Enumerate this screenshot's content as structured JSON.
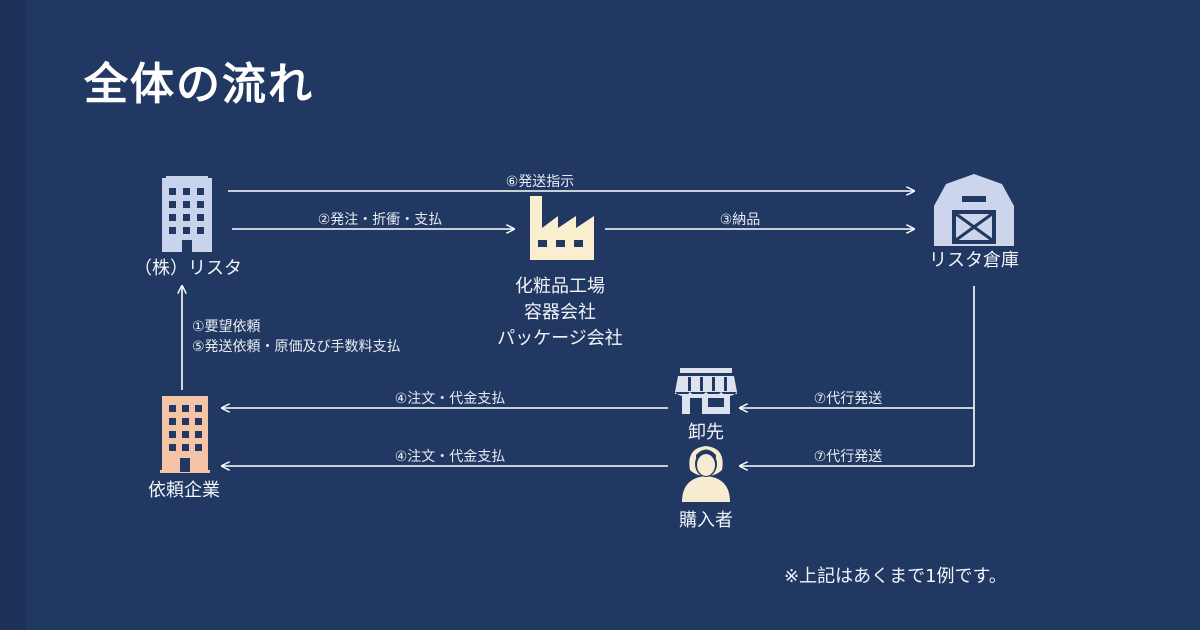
{
  "title": "全体の流れ",
  "nodes": {
    "listar": "（株）リスタ",
    "factory": [
      "化粧品工場",
      "容器会社",
      "パッケージ会社"
    ],
    "warehouse": "リスタ倉庫",
    "client": "依頼企業",
    "wholesaler": "卸先",
    "buyer": "購入者"
  },
  "edges": {
    "e6": "⑥発送指示",
    "e2": "②発注・折衝・支払",
    "e3": "③納品",
    "e1": "①要望依頼",
    "e5": "⑤発送依頼・原価及び手数料支払",
    "e4a": "④注文・代金支払",
    "e4b": "④注文・代金支払",
    "e7a": "⑦代行発送",
    "e7b": "⑦代行発送"
  },
  "note": "※上記はあくまで1例です。",
  "colors": {
    "background": "#213862",
    "building_blue": "#c9d3ec",
    "building_orange": "#f3c4a6",
    "factory": "#f9efcf",
    "shop": "#dde3ee",
    "warehouse": "#ccd5ec",
    "person": "#f7ecd2",
    "line": "#ffffff"
  }
}
